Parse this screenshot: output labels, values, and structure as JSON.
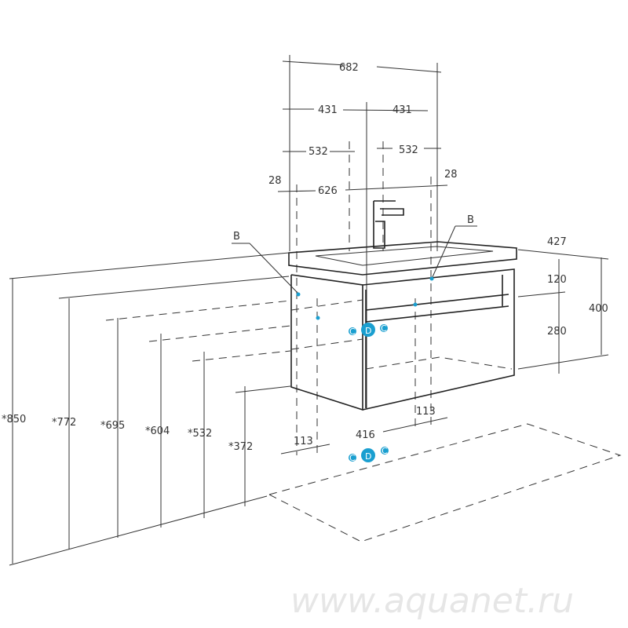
{
  "watermark": "www.aquanet.ru",
  "top_dims": {
    "overall_width": "682",
    "left_half": "431",
    "right_half": "431",
    "left_532": "532",
    "right_532": "532",
    "left_28": "28",
    "right_28": "28",
    "inner_626": "626"
  },
  "right_dims": {
    "depth": "427",
    "top_height": "120",
    "total_height": "400",
    "cabinet_height": "280"
  },
  "left_dims": {
    "h850": "*850",
    "h772": "*772",
    "h695": "*695",
    "h604": "*604",
    "h532": "*532",
    "h372": "*372"
  },
  "bottom_dims": {
    "left_113": "113",
    "center_416": "416",
    "right_113": "113"
  },
  "callouts": {
    "b_left": "B",
    "b_right": "B",
    "d": "D",
    "c": "C"
  },
  "colors": {
    "accent": "#1a9fd0",
    "line": "#333333"
  }
}
